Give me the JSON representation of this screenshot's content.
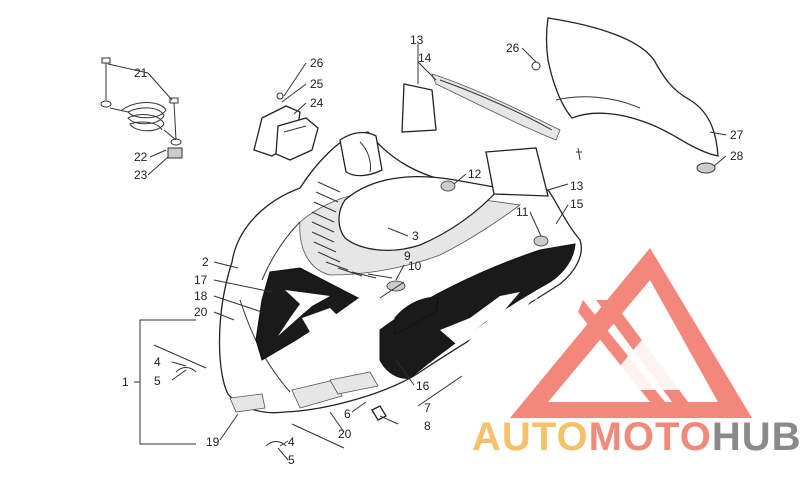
{
  "diagram": {
    "callouts": [
      "1",
      "2",
      "3",
      "4",
      "5",
      "6",
      "7",
      "8",
      "9",
      "10",
      "11",
      "12",
      "13",
      "14",
      "15",
      "16",
      "17",
      "18",
      "19",
      "20",
      "21",
      "22",
      "23",
      "24",
      "25",
      "26",
      "27",
      "28",
      "4",
      "5",
      "13",
      "20",
      "26"
    ]
  },
  "watermark": {
    "brand_part1": "AUTO",
    "brand_part2": "MOTO",
    "brand_part3": "HUB",
    "color_auto": "#f3c26b",
    "color_moto": "#f08a7a",
    "color_hub": "#8a8a8a",
    "triangle_color": "#f05a4a"
  }
}
